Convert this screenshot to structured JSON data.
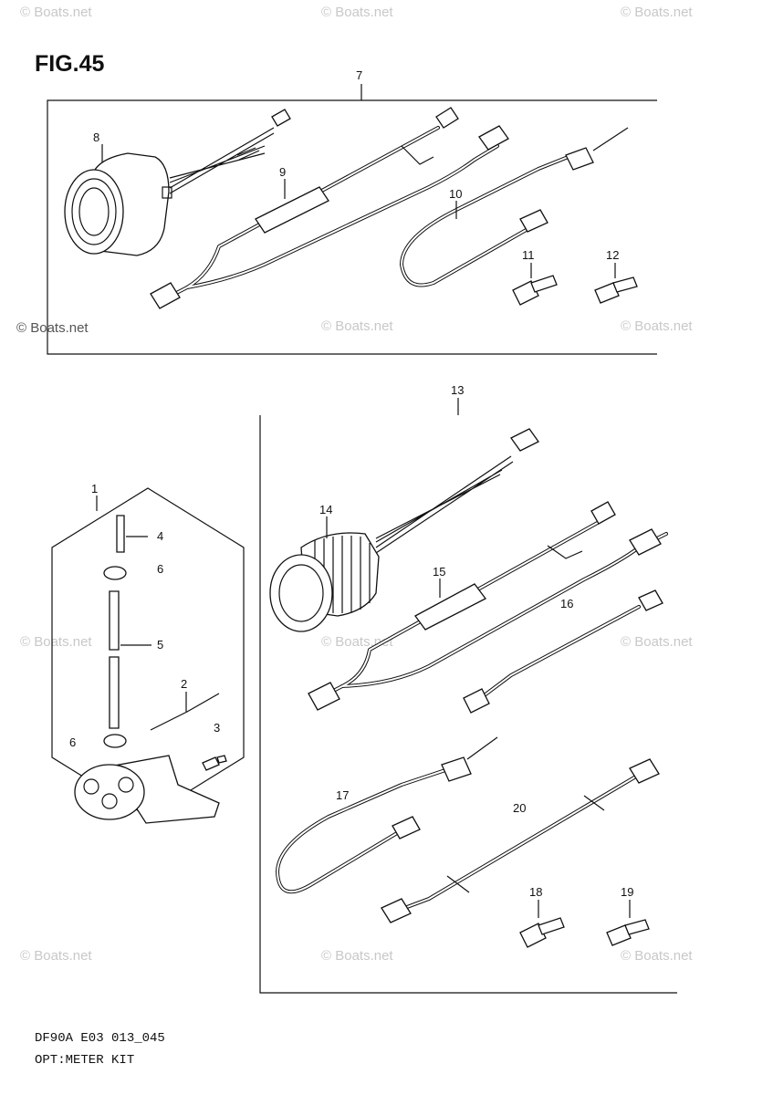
{
  "figure": {
    "title": "FIG.45"
  },
  "watermark": {
    "text": "© Boats.net"
  },
  "callouts": {
    "c1": "1",
    "c2": "2",
    "c3": "3",
    "c4": "4",
    "c5": "5",
    "c6a": "6",
    "c6b": "6",
    "c7": "7",
    "c8": "8",
    "c9": "9",
    "c10": "10",
    "c11": "11",
    "c12": "12",
    "c13": "13",
    "c14": "14",
    "c15": "15",
    "c16": "16",
    "c17": "17",
    "c18": "18",
    "c19": "19",
    "c20": "20"
  },
  "footer": {
    "code": "DF90A E03 013_045",
    "description": "OPT:METER KIT"
  }
}
